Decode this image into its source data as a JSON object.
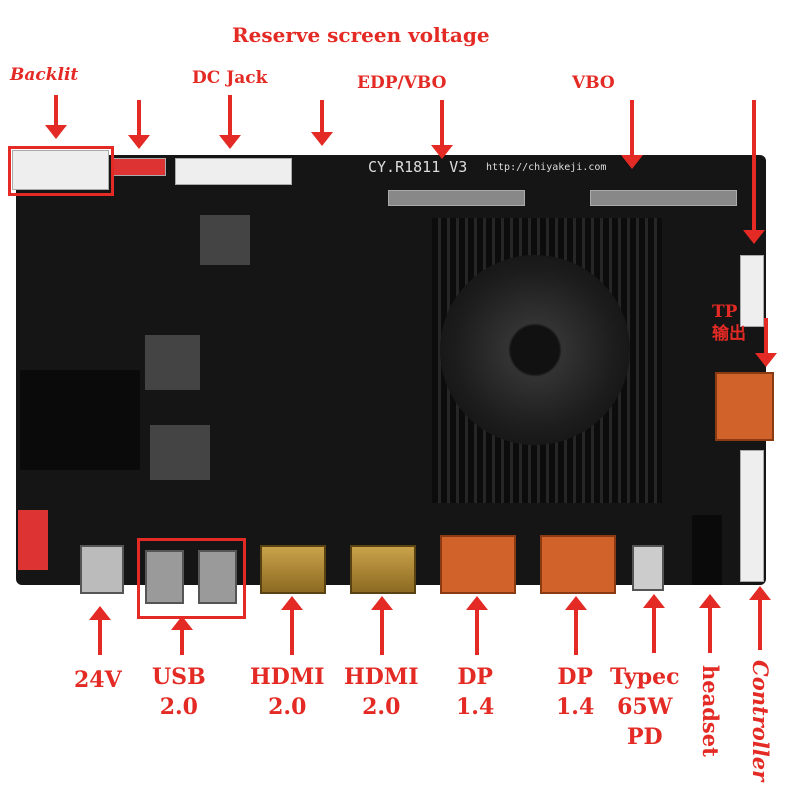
{
  "labels": {
    "reserve": "Reserve screen voltage",
    "backlit": "Backlit",
    "dcjack": "DC Jack",
    "edpvbo": "EDP/VBO",
    "vbo": "VBO",
    "tp": "TP",
    "tp_out": "输出",
    "v24": "24V",
    "usb": [
      "USB",
      "2.0"
    ],
    "hdmi1": [
      "HDMI",
      "2.0"
    ],
    "hdmi2": [
      "HDMI",
      "2.0"
    ],
    "dp1": [
      "DP",
      "1.4"
    ],
    "dp2": [
      "DP",
      "1.4"
    ],
    "typec": [
      "Typec",
      "65W",
      "PD"
    ],
    "headset": "headset",
    "controller": "Controller"
  },
  "board": {
    "model": "CY.R1811 V3",
    "url": "http://chiyakeji.com"
  },
  "colors": {
    "annotation": "#e42a24",
    "pcb": "#151515"
  }
}
